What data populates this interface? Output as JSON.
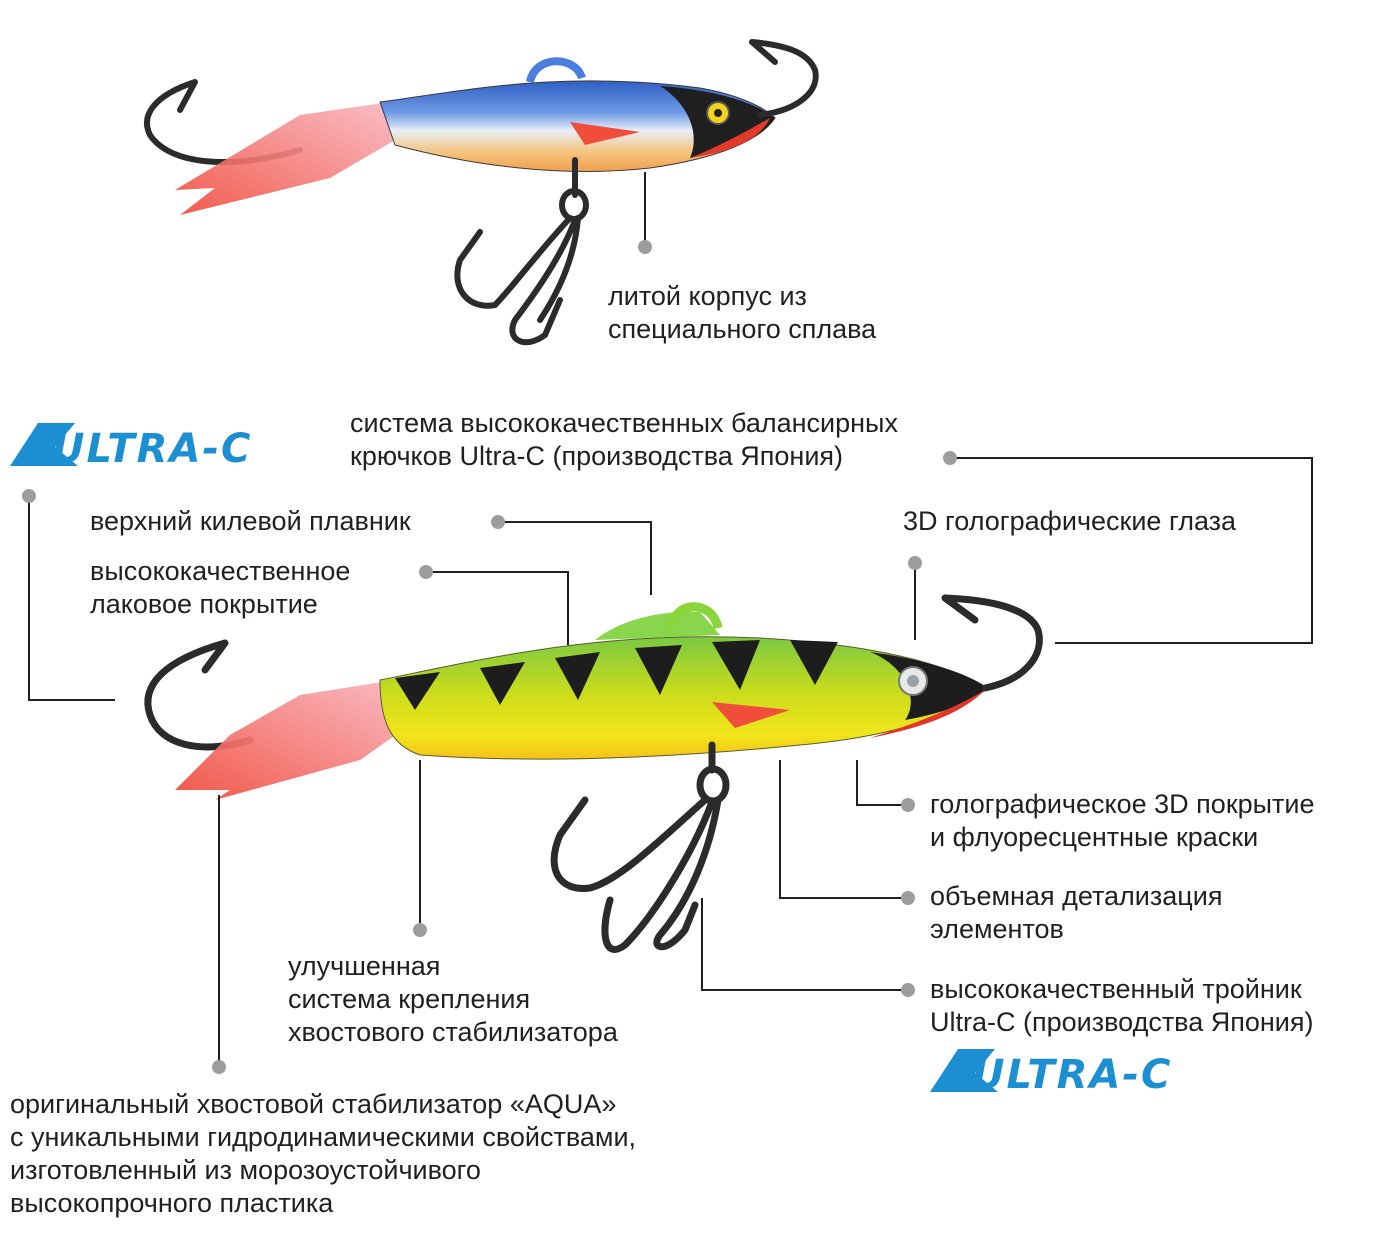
{
  "colors": {
    "text": "#231f20",
    "leader_line": "#231f20",
    "dot": "#9d9d9d",
    "logo_blue": "#1b8fd1",
    "top_lure_back": "#3e6fd0",
    "bottom_lure_body": "#c4d61a",
    "tail": "#f25a4e",
    "hook": "#2b2b2b"
  },
  "logo": {
    "text": "ULTRA-C"
  },
  "labels": {
    "cast_body": "литой корпус из\nспециального сплава",
    "hook_system": "система высококачественных балансирных\nкрючков Ultra-C (производства Япония)",
    "keel_fin": "верхний килевой плавник",
    "lacquer": "высококачественное\nлаковое покрытие",
    "eyes_3d": "3D голографические глаза",
    "holo_coating": "голографическое 3D покрытие\nи флуоресцентные краски",
    "detailing": "объемная детализация\nэлементов",
    "treble_hook": "высококачественный тройник\nUltra-C (производства Япония)",
    "tail_mount": "улучшенная\nсистема крепления\nхвостового стабилизатора",
    "aqua_tail": "оригинальный хвостовой стабилизатор «AQUA»\nс уникальными гидродинамическими свойствами,\nизготовленный из морозоустойчивого\nвысокопрочного пластика"
  }
}
